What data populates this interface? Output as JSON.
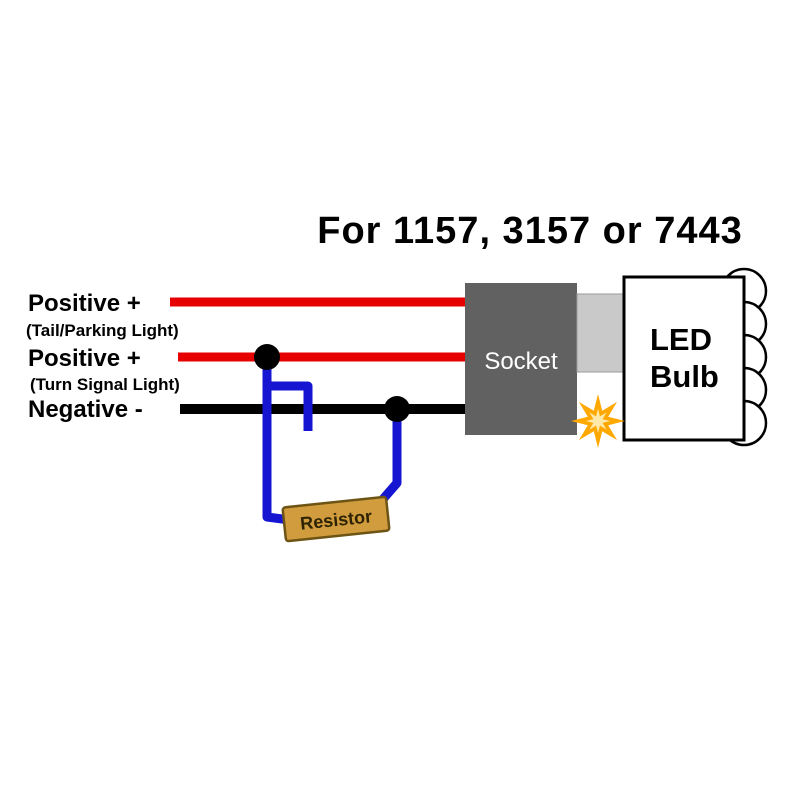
{
  "title": "For 1157, 3157 or 7443",
  "wires": {
    "tail_parking": {
      "label": "Positive +",
      "sublabel": "(Tail/Parking Light)"
    },
    "turn_signal": {
      "label": "Positive +",
      "sublabel": "(Turn Signal Light)"
    },
    "ground": {
      "label": "Negative -"
    }
  },
  "components": {
    "socket_label": "Socket",
    "bulb_line1": "LED",
    "bulb_line2": "Bulb",
    "resistor_label": "Resistor"
  },
  "colors": {
    "positive_wire": "#e60000",
    "negative_wire": "#000000",
    "resistor_wire": "#1616d2",
    "socket_fill": "#616161",
    "socket_text": "#ffffff",
    "connector_fill": "#c9c9c9",
    "connector_border": "#9a9a9a",
    "bulb_fill": "#ffffff",
    "bulb_border": "#000000",
    "resistor_fill": "#d09c3e",
    "resistor_border": "#6d5414",
    "label_text": "#000000",
    "star": "#ffa800",
    "star_inner": "#ffe9a8"
  }
}
